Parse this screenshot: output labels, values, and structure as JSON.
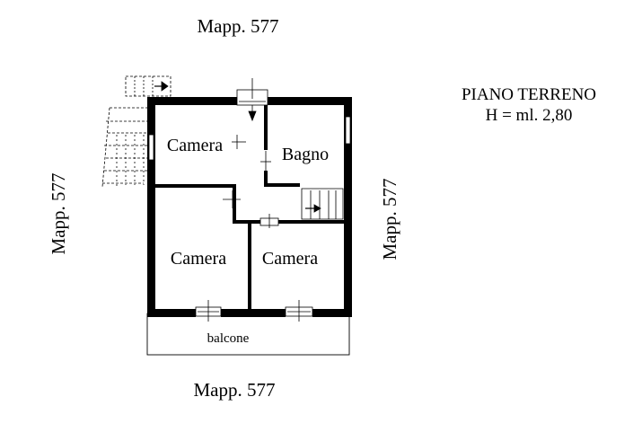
{
  "labels": {
    "top": "Mapp. 577",
    "bottom": "Mapp. 577",
    "left": "Mapp. 577",
    "right": "Mapp. 577"
  },
  "title": {
    "line1": "PIANO TERRENO",
    "line2": "H = ml. 2,80"
  },
  "rooms": {
    "camera_top_left": "Camera",
    "bagno": "Bagno",
    "camera_bottom_left": "Camera",
    "camera_bottom_right": "Camera",
    "balcone": "balcone"
  }
}
